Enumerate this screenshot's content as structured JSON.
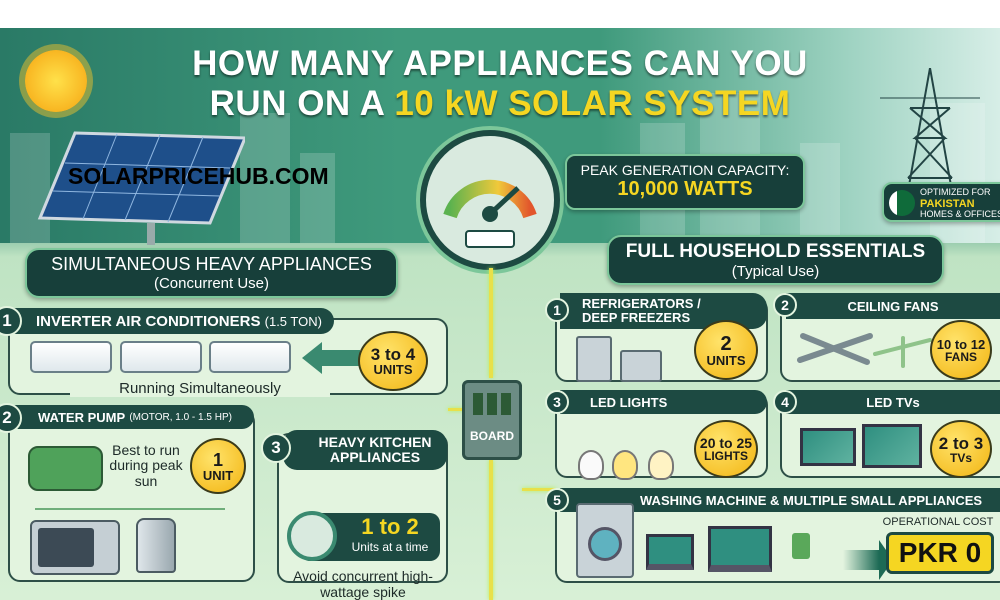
{
  "header": {
    "title_line1": "HOW MANY APPLIANCES CAN YOU",
    "title_line2_prefix": "RUN ON A ",
    "title_line2_highlight": "10 kW SOLAR SYSTEM"
  },
  "watermark": "SOLARPRICEHUB.COM",
  "peak": {
    "label": "PEAK GENERATION CAPACITY:",
    "value": "10,000 WATTS"
  },
  "pakistan_badge": {
    "line1": "OPTIMIZED FOR",
    "line2": "PAKISTAN",
    "line3": "HOMES & OFFICES"
  },
  "left": {
    "heading": "SIMULTANEOUS HEAVY APPLIANCES",
    "subheading": "(Concurrent Use)",
    "items": [
      {
        "num": "1",
        "title": "INVERTER AIR CONDITIONERS",
        "spec": "(1.5 TON)",
        "badge_top": "3 to 4",
        "badge_bottom": "UNITS",
        "note": "Running Simultaneously"
      },
      {
        "num": "2",
        "title": "WATER PUMP",
        "spec": "(MOTOR, 1.0 - 1.5 HP)",
        "badge_top": "1",
        "badge_bottom": "UNIT",
        "note": "Best to run during peak sun"
      },
      {
        "num": "3",
        "title": "HEAVY KITCHEN APPLIANCES",
        "value": "1 to 2",
        "value_sub": "Units at a time",
        "note": "Avoid concurrent high-wattage spike"
      }
    ]
  },
  "board_label": "BOARD",
  "right": {
    "heading": "FULL HOUSEHOLD ESSENTIALS",
    "subheading": "(Typical Use)",
    "items": [
      {
        "num": "1",
        "title": "REFRIGERATORS / DEEP FREEZERS",
        "badge_top": "2",
        "badge_bottom": "UNITS"
      },
      {
        "num": "2",
        "title": "CEILING FANS",
        "badge_top": "10 to 12",
        "badge_bottom": "FANS"
      },
      {
        "num": "3",
        "title": "LED LIGHTS",
        "badge_top": "20 to 25",
        "badge_bottom": "LIGHTS"
      },
      {
        "num": "4",
        "title": "LED TVs",
        "badge_top": "2 to 3",
        "badge_bottom": "TVs"
      },
      {
        "num": "5",
        "title": "WASHING MACHINE & MULTIPLE SMALL APPLIANCES",
        "cost_label": "OPERATIONAL COST",
        "cost_value": "PKR 0"
      }
    ]
  },
  "colors": {
    "dark_teal": "#1d4a42",
    "yellow": "#f5d622",
    "badge": "#f2b411",
    "panel": "#e3f4df"
  }
}
